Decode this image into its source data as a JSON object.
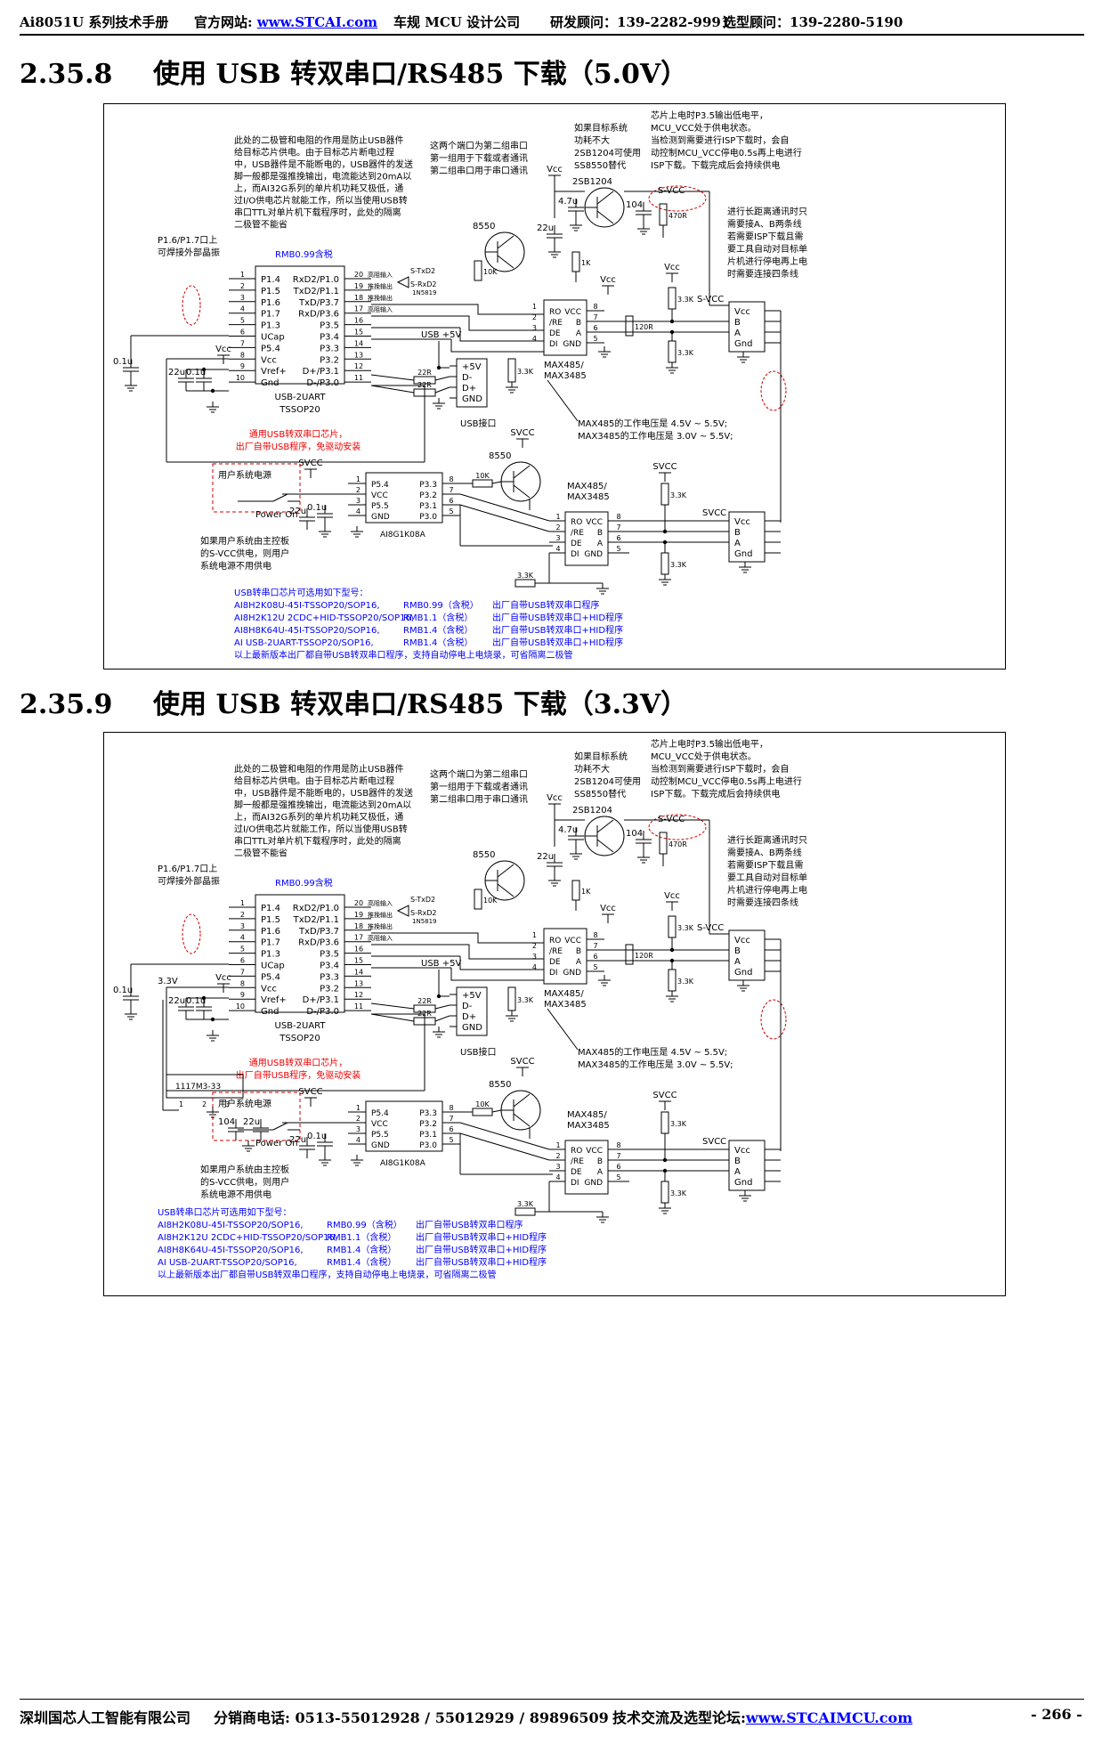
{
  "header": {
    "manual": "Ai8051U 系列技术手册",
    "site_label": "官方网站: ",
    "site_url": "www.STCAI.com",
    "company": "车规 MCU 设计公司",
    "rd": "研发顾问：139-2282-9991",
    "sel": "选型顾问：139-2280-5190"
  },
  "sections": [
    {
      "number": "2.35.8",
      "title": "使用 USB 转双串口/RS485 下载（5.0V）"
    },
    {
      "number": "2.35.9",
      "title": "使用 USB 转双串口/RS485 下载（3.3V）"
    }
  ],
  "schematic": {
    "diode_note": [
      "此处的二极管和电阻的作用是防止USB器件",
      "给目标芯片供电。由于目标芯片断电过程",
      "中，USB器件是不能断电的，USB器件的发送",
      "脚一般都是强推挽输出，电流能达到20mA以",
      "上，而AI32G系列的单片机功耗又极低，通",
      "过I/O供电芯片就能工作，所以当使用USB转",
      "串口TTL对单片机下载程序时，此处的隔离",
      "二极管不能省"
    ],
    "port_note": [
      "这两个端口为第二组串口",
      "第一组用于下载或者通讯",
      "第二组串口用于串口通讯"
    ],
    "pnp_note": [
      "如果目标系统",
      "功耗不大",
      "2SB1204可使用",
      "SS8550替代"
    ],
    "power_note": [
      "芯片上电时P3.5输出低电平，",
      "MCU_VCC处于供电状态。",
      "当检测到需要进行ISP下载时，会自",
      "动控制MCU_VCC停电0.5s再上电进行",
      "ISP下载。下载完成后会持续供电"
    ],
    "long_note": [
      "进行长距离通讯时只",
      "需要接A、B两条线",
      "若需要ISP下载且需",
      "要工具自动对目标单",
      "片机进行停电再上电",
      "时需要连接四条线"
    ],
    "crystal_note": [
      "P1.6/P1.7口上",
      "可焊接外部晶振"
    ],
    "rmb_note": "RMB0.99含税",
    "uart_chip": [
      "USB-2UART",
      "TSSOP20"
    ],
    "uart_left_pins": [
      [
        "1",
        "P1.4"
      ],
      [
        "2",
        "P1.5"
      ],
      [
        "3",
        "P1.6"
      ],
      [
        "4",
        "P1.7"
      ],
      [
        "5",
        "P1.3"
      ],
      [
        "6",
        "UCap"
      ],
      [
        "7",
        "P5.4"
      ],
      [
        "8",
        "Vcc"
      ],
      [
        "9",
        "Vref+"
      ],
      [
        "10",
        "Gnd"
      ]
    ],
    "uart_right_pins": [
      [
        "20",
        "RxD2/P1.0"
      ],
      [
        "19",
        "TxD2/P1.1"
      ],
      [
        "18",
        "TxD/P3.7"
      ],
      [
        "17",
        "RxD/P3.6"
      ],
      [
        "16",
        "P3.5"
      ],
      [
        "15",
        "P3.4"
      ],
      [
        "14",
        "P3.3"
      ],
      [
        "13",
        "P3.2"
      ],
      [
        "12",
        "D+/P3.1"
      ],
      [
        "11",
        "D-/P3.0"
      ]
    ],
    "signal_tags": [
      "高阻输入",
      "推挽输出",
      "推挽输出",
      "高阻输入"
    ],
    "s_tags": [
      "S-TxD2",
      "S-RxD2"
    ],
    "diode": "1N5819",
    "usb_connector": [
      "+5V",
      "D-",
      "D+",
      "GND"
    ],
    "usb_label": "USB接口",
    "usb5v": "USB +5V",
    "chip_note": [
      "通用USB转双串口芯片，",
      "出厂自带USB程序，免驱动安装"
    ],
    "max485_pins_left": [
      [
        "1",
        "RO"
      ],
      [
        "2",
        "/RE"
      ],
      [
        "3",
        "DE"
      ],
      [
        "4",
        "DI"
      ]
    ],
    "max485_pins_right": [
      [
        "8",
        "VCC"
      ],
      [
        "7",
        "B"
      ],
      [
        "6",
        "A"
      ],
      [
        "5",
        "GND"
      ]
    ],
    "max485_label": [
      "MAX485/",
      "MAX3485"
    ],
    "max485_voltage": [
      "MAX485的工作电压是 4.5V ~ 5.5V;",
      "MAX3485的工作电压是 3.0V ~ 5.5V;"
    ],
    "conn4": [
      "Vcc",
      "B",
      "A",
      "Gnd"
    ],
    "ai8g_left": [
      [
        "1",
        "P5.4"
      ],
      [
        "2",
        "VCC"
      ],
      [
        "3",
        "P5.5"
      ],
      [
        "4",
        "GND"
      ]
    ],
    "ai8g_right": [
      [
        "8",
        "P3.3"
      ],
      [
        "7",
        "P3.2"
      ],
      [
        "6",
        "P3.1"
      ],
      [
        "5",
        "P3.0"
      ]
    ],
    "ai8g_name": "AI8G1K08A",
    "user_power": "用户系统电源",
    "power_on": "Power On",
    "user_note": [
      "如果用户系统由主控板",
      "的S-VCC供电，则用户",
      "系统电源不用供电"
    ],
    "parts": {
      "c01": "0.1u",
      "c22": "22u",
      "vcc": "Vcc",
      "svcc": "SVCC",
      "s_vcc": "S-VCC",
      "q8550": "8550",
      "q2sb": "2SB1204",
      "r10k": "10K",
      "r1k": "1K",
      "r4k7": "4.7u",
      "r104": "104",
      "r470": "470R",
      "r120": "120R",
      "r3k3": "3.3K",
      "r22": "22R",
      "v33": "3.3V",
      "ldo": "1117M3-33",
      "ldo_pins": [
        "1",
        "2",
        "3"
      ]
    },
    "list_title": "USB转串口芯片可选用如下型号：",
    "list": [
      [
        "AI8H2K08U-45I-TSSOP20/SOP16,",
        "RMB0.99（含税）",
        "出厂自带USB转双串口程序"
      ],
      [
        "AI8H2K12U 2CDC+HID-TSSOP20/SOP16,",
        "RMB1.1（含税）",
        "出厂自带USB转双串口+HID程序"
      ],
      [
        "AI8H8K64U-45I-TSSOP20/SOP16,",
        "RMB1.4（含税）",
        "出厂自带USB转双串口+HID程序"
      ],
      [
        "AI USB-2UART-TSSOP20/SOP16,",
        "RMB1.4（含税）",
        "出厂自带USB转双串口+HID程序"
      ]
    ],
    "list_footer": "以上最新版本出厂都自带USB转双串口程序，支持自动停电上电烧录，可省隔离二极管"
  },
  "footer": {
    "company": "深圳国芯人工智能有限公司",
    "phone": "分销商电话: 0513-55012928 / 55012929 / 89896509",
    "forum_label": "技术交流及选型论坛:",
    "forum_url": "www.STCAIMCU.com",
    "page": "- 266 -"
  }
}
